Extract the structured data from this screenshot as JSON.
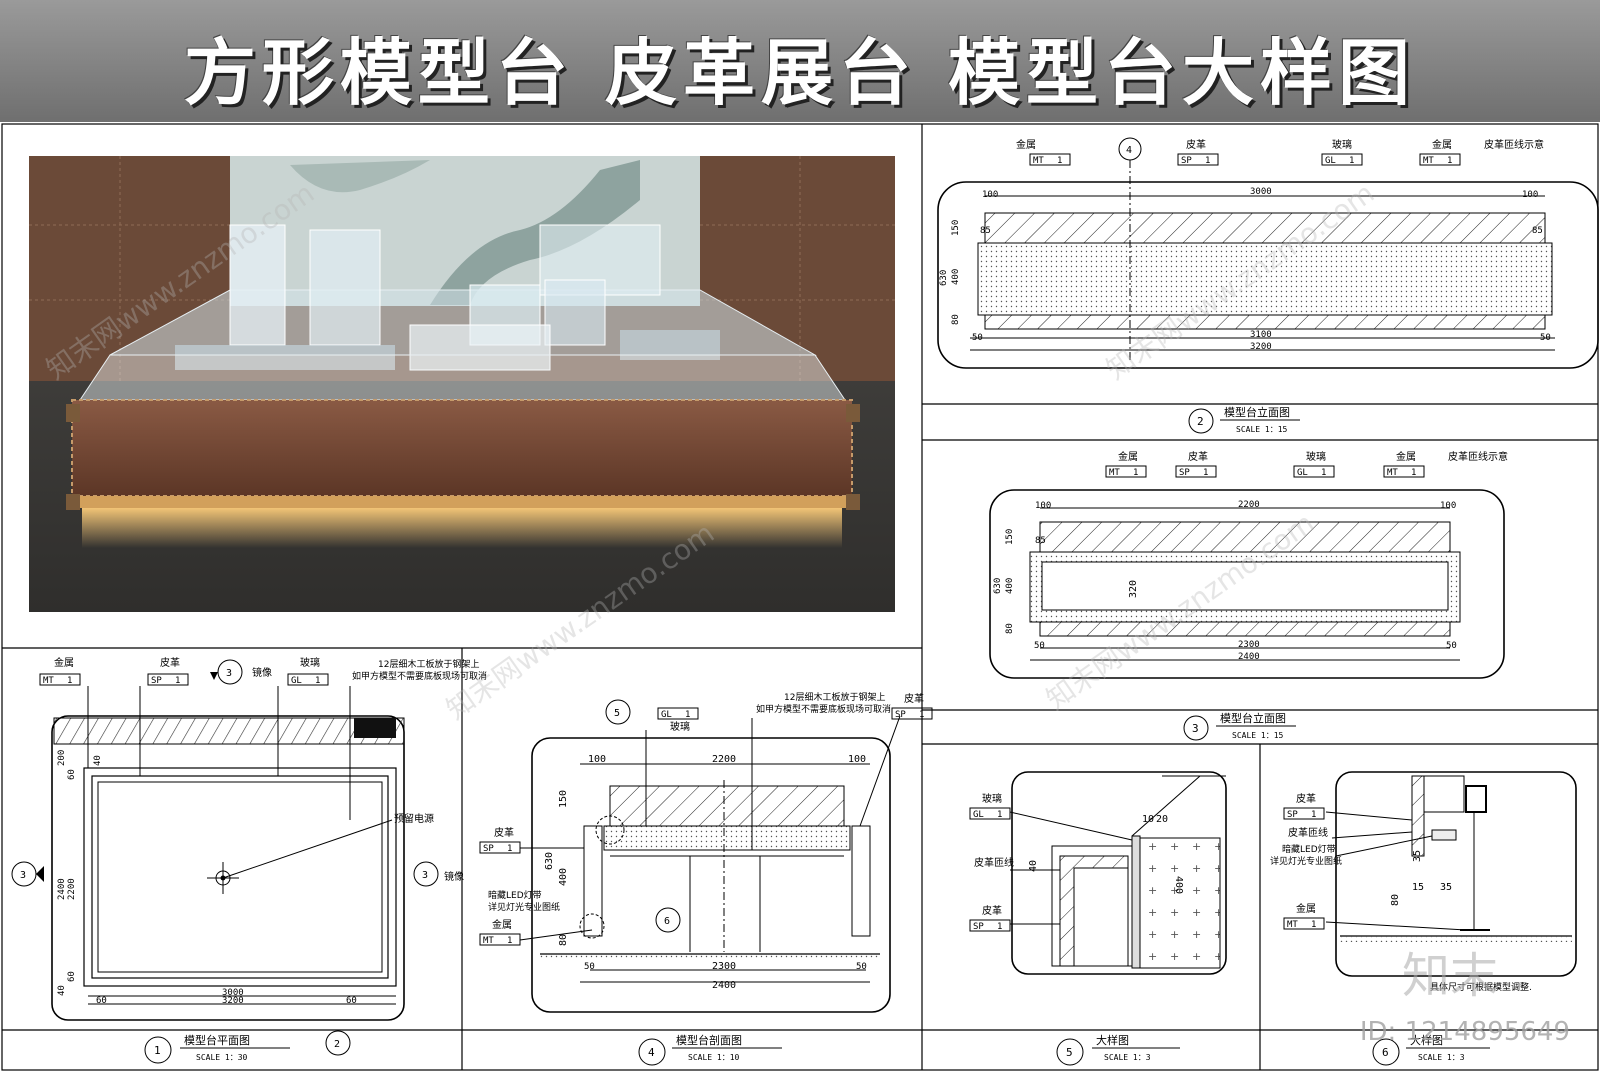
{
  "title": "方形模型台 皮革展台 模型台大样图",
  "watermark": "知末网www.znzmo.com",
  "brand": "知末",
  "image_id": "ID: 1214895649",
  "labels": {
    "metal": "金属",
    "mt": "MT",
    "one": "1",
    "leather": "皮革",
    "sp": "SP",
    "glass": "玻璃",
    "gl": "GL",
    "stitch_note": "皮革匝线示意",
    "stitch": "皮革匝线",
    "mirror": "镜像",
    "board_note_1": "12层细木工板放于钢架上",
    "board_note_2": "如甲方模型不需要底板现场可取消",
    "power": "预留电源",
    "led_1": "暗藏LED灯带",
    "led_2": "详见灯光专业图纸",
    "bottom_note": "具体尺寸可根据模型调整."
  },
  "views": {
    "v1": {
      "num": "1",
      "name": "模型台平面图",
      "scale": "SCALE 1：30"
    },
    "v2": {
      "num": "2",
      "name": "模型台立面图",
      "scale": "SCALE 1：15"
    },
    "v3": {
      "num": "3",
      "name": "模型台立面图",
      "scale": "SCALE 1：15"
    },
    "v4": {
      "num": "4",
      "name": "模型台剖面图",
      "scale": "SCALE 1：10"
    },
    "v5": {
      "num": "5",
      "name": "大样图",
      "scale": "SCALE 1：3"
    },
    "v6": {
      "num": "6",
      "name": "大样图",
      "scale": "SCALE 1：3"
    }
  },
  "markers": {
    "m2": "2",
    "m3": "3",
    "m4": "4",
    "m5": "5",
    "m6": "6"
  },
  "dims": {
    "d100": "100",
    "d3000": "3000",
    "d3100": "3100",
    "d3200": "3200",
    "d2200": "2200",
    "d2300": "2300",
    "d2400": "2400",
    "d150": "150",
    "d630": "630",
    "d400": "400",
    "d80": "80",
    "d85": "85",
    "d50": "50",
    "d320": "320",
    "d60": "60",
    "d40": "40",
    "d200": "200",
    "d20": "20",
    "d10": "10",
    "d35": "35",
    "d15": "15"
  }
}
